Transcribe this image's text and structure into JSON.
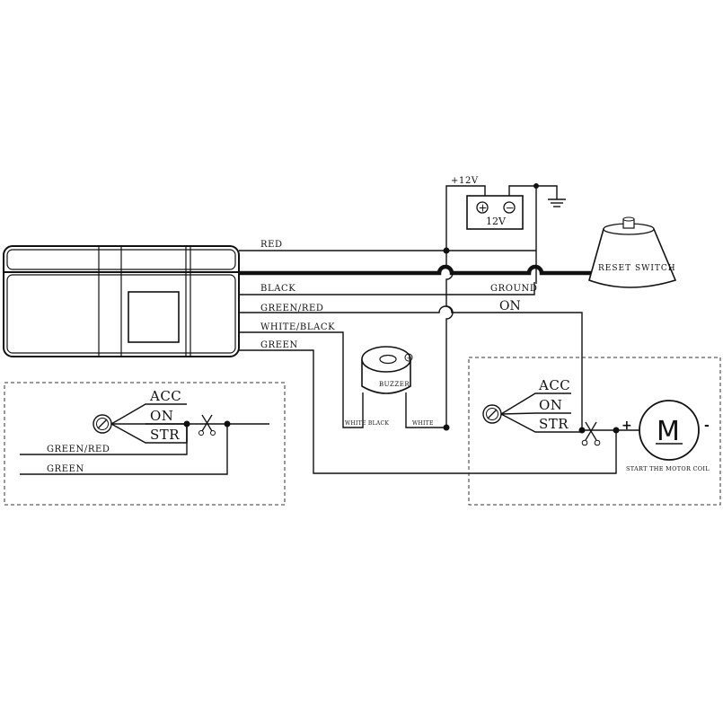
{
  "wires": {
    "red": "RED",
    "black": "BLACK",
    "green_red": "GREEN/RED",
    "white_black": "WHITE/BLACK",
    "green": "GREEN",
    "ground": "GROUND",
    "on": "ON",
    "buzzer_white_black": "WHITE BLACK",
    "buzzer_white": "WHITE"
  },
  "battery": {
    "supply": "+12V",
    "label": "12V",
    "plus": "+",
    "minus": "−"
  },
  "reset_switch": {
    "label": "RESET SWITCH"
  },
  "buzzer": {
    "label": "BUZZER",
    "plus": "+"
  },
  "left_switch": {
    "acc": "ACC",
    "on": "ON",
    "str": "STR",
    "green_red": "GREEN/RED",
    "green": "GREEN"
  },
  "right_switch": {
    "acc": "ACC",
    "on": "ON",
    "str": "STR",
    "plus": "+",
    "minus": "-",
    "motor": "M",
    "motor_caption": "START THE MOTOR COIL"
  }
}
